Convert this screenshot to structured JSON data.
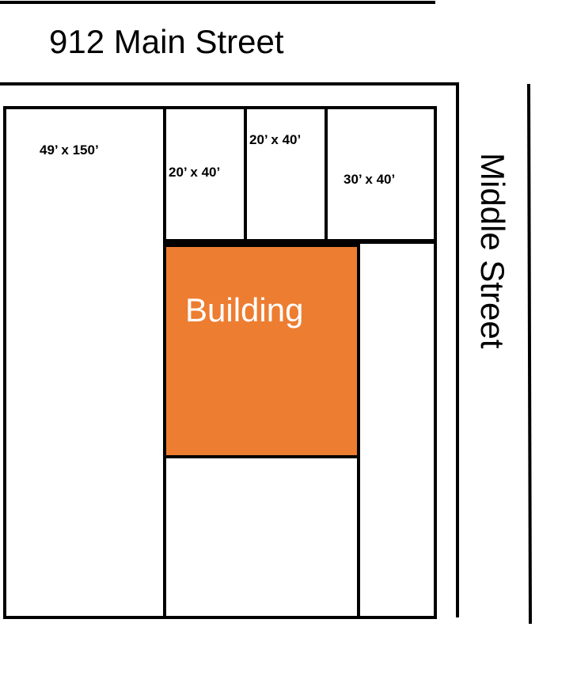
{
  "title": "912 Main Street",
  "side_street": "Middle Street",
  "building_label": "Building",
  "lots": [
    {
      "label": "49’ x 150’"
    },
    {
      "label": "20’ x 40’"
    },
    {
      "label": "20’ x 40’"
    },
    {
      "label": "30’ x 40’"
    }
  ],
  "colors": {
    "building": "#ED7D31",
    "lines": "#000000"
  }
}
